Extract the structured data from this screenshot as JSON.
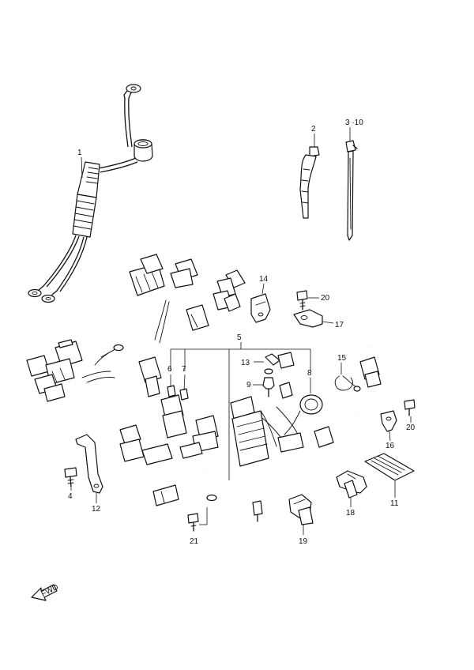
{
  "callouts": [
    {
      "id": "c1",
      "text": "1"
    },
    {
      "id": "c2",
      "text": "2"
    },
    {
      "id": "c3",
      "text": "3 ·10"
    },
    {
      "id": "c4",
      "text": "4"
    },
    {
      "id": "c5",
      "text": "5"
    },
    {
      "id": "c6",
      "text": "6"
    },
    {
      "id": "c7",
      "text": "7"
    },
    {
      "id": "c8",
      "text": "8"
    },
    {
      "id": "c9",
      "text": "9"
    },
    {
      "id": "c11",
      "text": "11"
    },
    {
      "id": "c12",
      "text": "12"
    },
    {
      "id": "c13",
      "text": "13"
    },
    {
      "id": "c14",
      "text": "14"
    },
    {
      "id": "c15",
      "text": "15"
    },
    {
      "id": "c16",
      "text": "16"
    },
    {
      "id": "c17",
      "text": "17"
    },
    {
      "id": "c18",
      "text": "18"
    },
    {
      "id": "c19",
      "text": "19"
    },
    {
      "id": "c20a",
      "text": "20"
    },
    {
      "id": "c20b",
      "text": "20"
    },
    {
      "id": "c21",
      "text": "21"
    }
  ],
  "fwd_label": "FWD"
}
